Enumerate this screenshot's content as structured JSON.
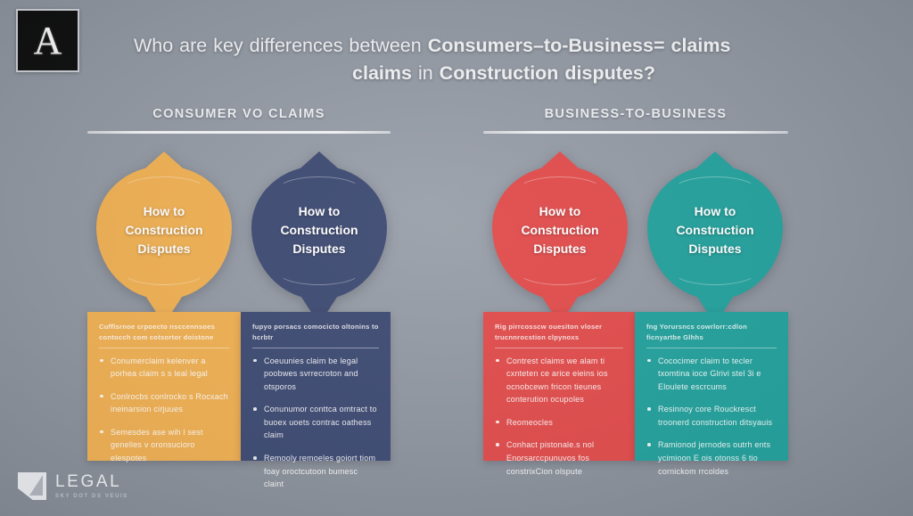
{
  "brand": {
    "mark_glyph": "A",
    "mark_icon": "letter-a-logo-icon"
  },
  "headline": {
    "line1_light_a": "Who are key differences between ",
    "line1_bold": "Consumers–to-Business= claims",
    "line2_bold_a": "claims",
    "line2_light": " in ",
    "line2_bold_b": "Construction disputes?"
  },
  "columns": [
    {
      "heading": "CONSUMER VO CLAIMS"
    },
    {
      "heading": "BUSINESS-TO-BUSINESS"
    }
  ],
  "cards": [
    {
      "id": "consumer-orange",
      "color": "#EFAF52",
      "leaf_label": "How to\nConstruction\nDisputes",
      "leaf_line1": "How to",
      "leaf_line2": "Construction",
      "leaf_line3": "Disputes",
      "panel_title": "Cufflsrnoe crpoecto nsccennsoes contocch com cotsortor doistone",
      "bullets": [
        "Conumerclaim kelenver a porhea claim s s leal legal",
        "Conlrocbs conlrocko s Rocxach ineinarsion cirjuues",
        "Semesdes ase wih l sest genelles v oronsucioro elespotes"
      ]
    },
    {
      "id": "consumer-navy",
      "color": "#3D4A72",
      "leaf_label": "How to\nConstruction\nDisputes",
      "leaf_line1": "How to",
      "leaf_line2": "Construction",
      "leaf_line3": "Disputes",
      "panel_title": "fupyo porsacs comocicto oltonins to hcrbtr",
      "bullets": [
        "Coeuunies claim be legal poobwes svrrecroton and otsporos",
        "Conunumor conttca omtract to buoex uoets contrac oathess claim",
        "Remooly remoeles goiort tiom foay oroctcutoon bumesc claint"
      ]
    },
    {
      "id": "business-red",
      "color": "#E14B4B",
      "leaf_label": "How to\nConstruction\nDisputes",
      "leaf_line1": "How to",
      "leaf_line2": "Construction",
      "leaf_line3": "Disputes",
      "panel_title": "Rig pirrcosscw ouesiton vloser trucnnrocstion clpynoxs",
      "bullets": [
        "Contrest claims we alam ti cxnteten ce arice eieins ios ocnobcewn fricon tieunes conterution ocupoles",
        "Reomeocles",
        "Conhact pistonale.s nol Enorsarccpunuvos fos constrixCion olspute"
      ]
    },
    {
      "id": "business-teal",
      "color": "#22A09B",
      "leaf_label": "How to\nConstruction\nDisputes",
      "leaf_line1": "How to",
      "leaf_line2": "Construction",
      "leaf_line3": "Disputes",
      "panel_title": "fng Yorursncs cowrlorr:cdlon ficnyartbe Glhhs",
      "bullets": [
        "Cococimer claim to tecler txomtina ioce Glrivi stel 3i e Eloulete escrcums",
        "Resinnoy core Rouckresct troonerd construction ditsyauis",
        "Ramionod jernodes outrh ents ycimioon E ois otonss 6 tio cornickom rrcoldes"
      ]
    }
  ],
  "footer": {
    "logo_icon": "folded-corner-logo-icon",
    "name": "LEGAL",
    "tagline": "SKY  DOT DS VEUIS"
  }
}
